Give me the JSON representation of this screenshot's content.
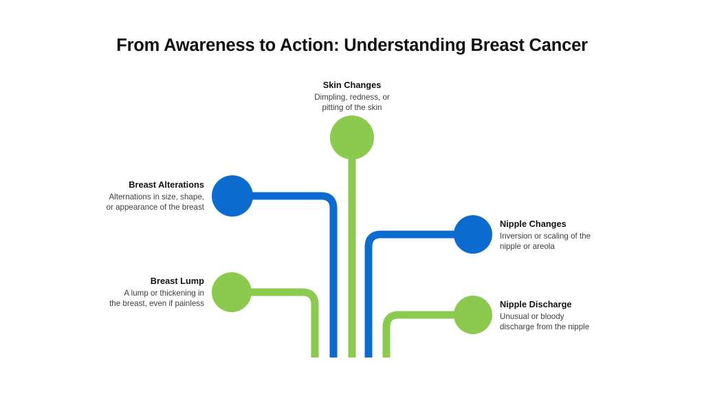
{
  "page": {
    "title": "From Awareness to Action: Understanding Breast Cancer",
    "background_color": "#ffffff"
  },
  "colors": {
    "blue": "#0b6bce",
    "green": "#8bc94f",
    "title_text": "#111111",
    "body_text": "#3d3d3d"
  },
  "nodes": [
    {
      "id": "skin-changes",
      "title": "Skin Changes",
      "description": "Dimpling, redness, or pitting of the skin",
      "desc_line_1": "Dimpling, redness, or",
      "desc_line_2": "pitting of the skin",
      "color": "#8bc94f",
      "color_name": "green",
      "side": "top"
    },
    {
      "id": "breast-alterations",
      "title": "Breast Alterations",
      "description": "Alternations in size, shape, or appearance of the breast",
      "desc_line_1": "Alternations in size, shape,",
      "desc_line_2": "or appearance of the breast",
      "color": "#0b6bce",
      "color_name": "blue",
      "side": "left"
    },
    {
      "id": "nipple-changes",
      "title": "Nipple Changes",
      "description": "Inversion or scaling of the nipple or areola",
      "desc_line_1": "Inversion or scaling of the",
      "desc_line_2": "nipple or areola",
      "color": "#0b6bce",
      "color_name": "blue",
      "side": "right"
    },
    {
      "id": "breast-lump",
      "title": "Breast Lump",
      "description": "A lump or thickening in the breast, even if painless",
      "desc_line_1": "A lump or thickening in",
      "desc_line_2": "the breast, even if painless",
      "color": "#8bc94f",
      "color_name": "green",
      "side": "left"
    },
    {
      "id": "nipple-discharge",
      "title": "Nipple Discharge",
      "description": "Unusual or bloody discharge from the nipple",
      "desc_line_1": "Unusual or bloody",
      "desc_line_2": "discharge from the nipple",
      "color": "#8bc94f",
      "color_name": "green",
      "side": "right"
    }
  ],
  "stems": [
    {
      "id": "stem-1",
      "color": "#8bc94f"
    },
    {
      "id": "stem-2",
      "color": "#0b6bce"
    },
    {
      "id": "stem-3",
      "color": "#8bc94f"
    },
    {
      "id": "stem-4",
      "color": "#0b6bce"
    },
    {
      "id": "stem-5",
      "color": "#8bc94f"
    }
  ]
}
